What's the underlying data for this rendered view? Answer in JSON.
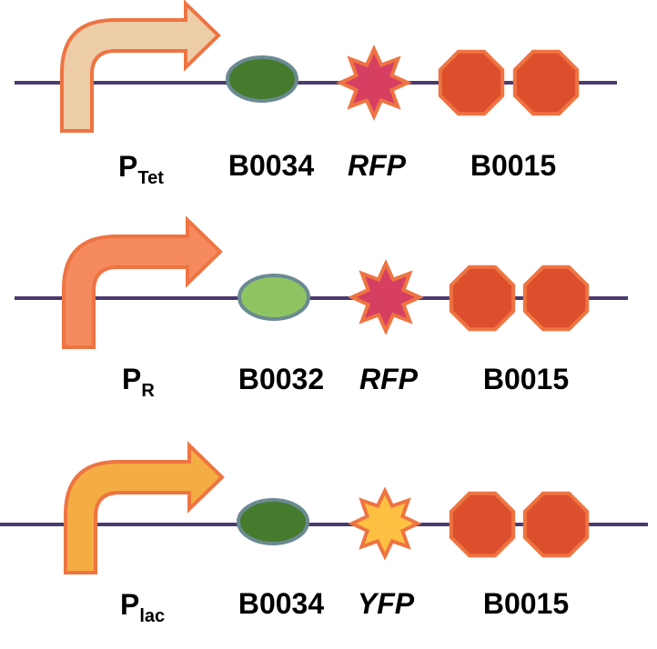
{
  "colors": {
    "backbone": "#4b3a6e",
    "outline": "#ee7442",
    "terminator_fill": "#dd4f2c",
    "rbs_outline": "#6b8a92"
  },
  "constructs": [
    {
      "promoter": {
        "label": "P",
        "subscript": "Tet",
        "fill": "#edcca8"
      },
      "rbs": {
        "label": "B0034",
        "fill": "#467b2e"
      },
      "gene": {
        "label": "RFP",
        "fill": "#d73f62"
      },
      "terminator": {
        "label": "B0015"
      }
    },
    {
      "promoter": {
        "label": "P",
        "subscript": "R",
        "fill": "#f58a5e"
      },
      "rbs": {
        "label": "B0032",
        "fill": "#8fc463"
      },
      "gene": {
        "label": "RFP",
        "fill": "#d73f62"
      },
      "terminator": {
        "label": "B0015"
      }
    },
    {
      "promoter": {
        "label": "P",
        "subscript": "lac",
        "fill": "#f3ad42"
      },
      "rbs": {
        "label": "B0034",
        "fill": "#467b2e"
      },
      "gene": {
        "label": "YFP",
        "fill": "#fcc143"
      },
      "terminator": {
        "label": "B0015"
      }
    }
  ]
}
